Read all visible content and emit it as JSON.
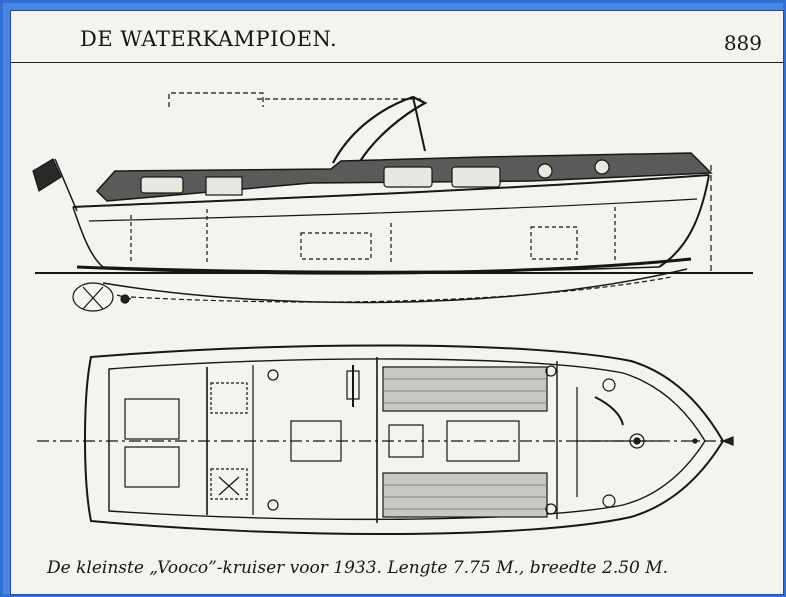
{
  "header": {
    "title": "DE WATERKAMPIOEN.",
    "page_number": "889"
  },
  "figure": {
    "caption": "De kleinste „Vooco”-kruiser voor 1933. Lengte 7.75 M., breedte 2.50 M."
  }
}
